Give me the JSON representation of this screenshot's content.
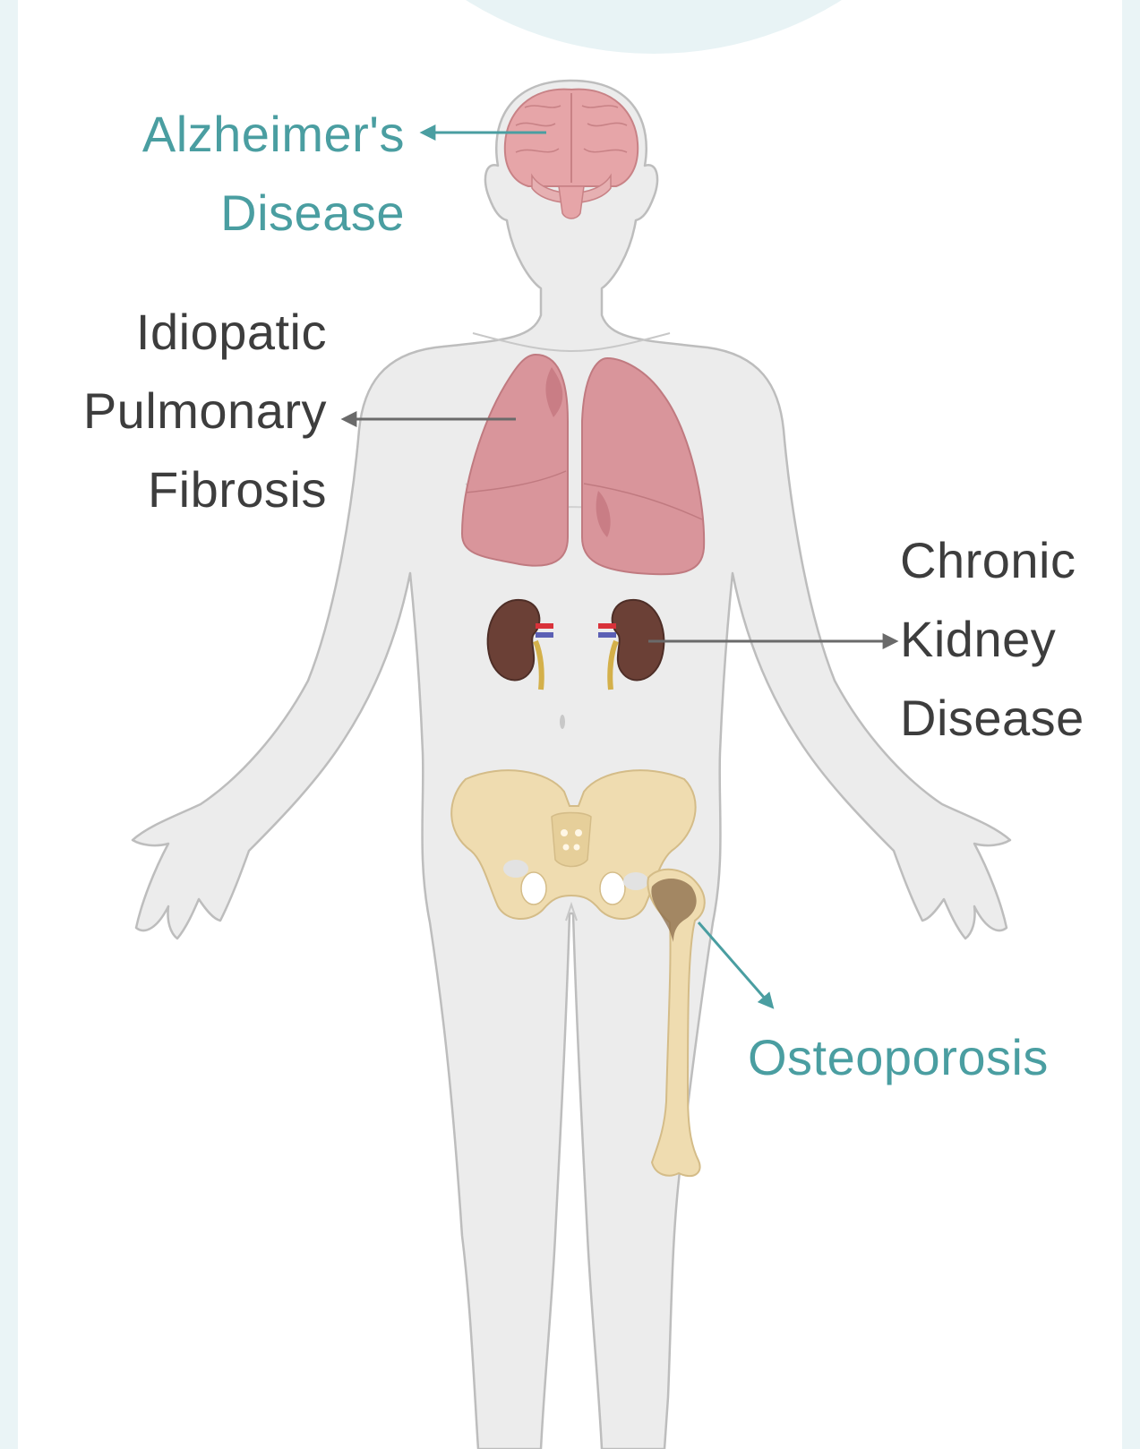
{
  "labels": {
    "alzheimers": {
      "lines": [
        "Alzheimer's",
        "Disease"
      ],
      "color": "#4a9ea1"
    },
    "ipf": {
      "lines": [
        "Idiopatic",
        "Pulmonary",
        "Fibrosis"
      ],
      "color": "#3d3d3d"
    },
    "ckd": {
      "lines": [
        "Chronic",
        "Kidney",
        "Disease"
      ],
      "color": "#3d3d3d"
    },
    "osteoporosis": {
      "lines": [
        "Osteoporosis"
      ],
      "color": "#4a9ea1"
    }
  },
  "colors": {
    "background": "#eaf4f6",
    "body_fill": "#ececec",
    "body_outline": "#bdbdbd",
    "brain": "#e6a5a8",
    "lungs": "#d9959b",
    "kidneys": "#6b4036",
    "bone": "#efdcb0",
    "teal_arrow": "#4a9ea1",
    "gray_arrow": "#6a6a6a"
  },
  "icons": [
    "brain-icon",
    "lungs-icon",
    "kidneys-icon",
    "pelvis-icon",
    "femur-icon"
  ]
}
